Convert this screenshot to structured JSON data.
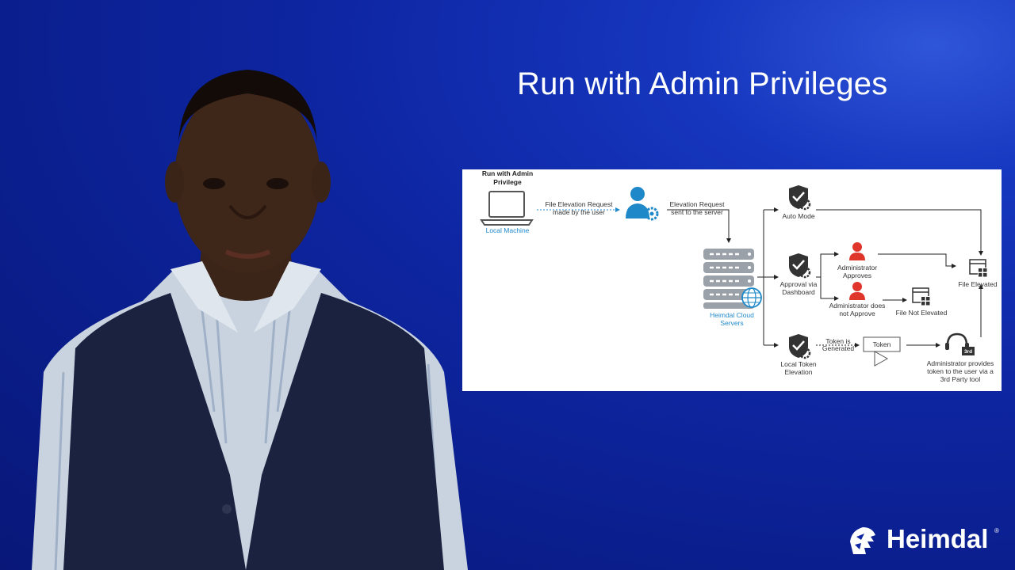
{
  "slide": {
    "title": "Run with Admin Privileges"
  },
  "diagram": {
    "heading_line1": "Run with Admin",
    "heading_line2": "Privilege",
    "local_machine": "Local Machine",
    "request_line1": "File Elevation Request",
    "request_line2": "made by the user",
    "server_request_line1": "Elevation Request",
    "server_request_line2": "sent to the server",
    "cloud_line1": "Heimdal Cloud",
    "cloud_line2": "Servers",
    "auto_mode": "Auto Mode",
    "approval_line1": "Approval via",
    "approval_line2": "Dashboard",
    "admin_approves_line1": "Administrator",
    "admin_approves_line2": "Approves",
    "admin_not_line1": "Administrator does",
    "admin_not_line2": "not Approve",
    "file_not_elevated": "File Not Elevated",
    "file_elevated": "File Elevated",
    "local_token_line1": "Local Token",
    "local_token_line2": "Elevation",
    "token_gen_line1": "Token is",
    "token_gen_line2": "Generated",
    "token": "Token",
    "third_badge": "3rd",
    "provides_line1": "Administrator provides",
    "provides_line2": "token to the user via a",
    "provides_line3": "3rd Party tool"
  },
  "brand": {
    "name": "Heimdal",
    "registered": "®"
  },
  "colors": {
    "background": "#0e26a3",
    "accent_blue": "#1e88c8",
    "admin_red": "#e0352b",
    "shield_dark": "#333333"
  }
}
